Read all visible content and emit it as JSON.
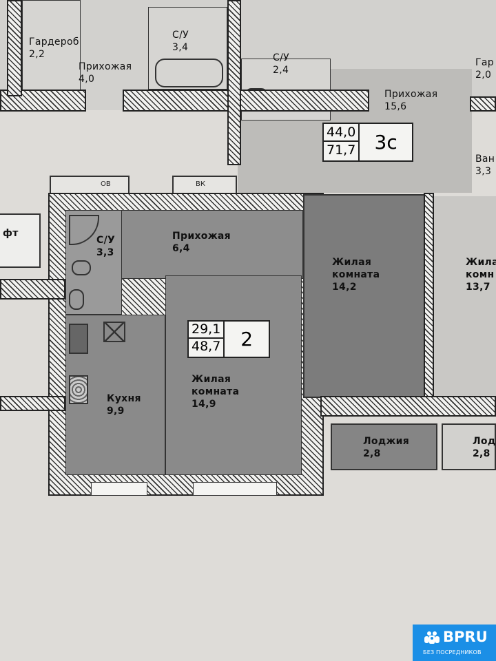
{
  "rooms": {
    "garderob_top": {
      "name": "Гардероб",
      "area": "2,2"
    },
    "hall_top_left": {
      "name": "Прихожая",
      "area": "4,0"
    },
    "wc_top_1": {
      "name": "С/У",
      "area": "3,4"
    },
    "wc_top_2": {
      "name": "С/У",
      "area": "2,4"
    },
    "hall_3c": {
      "name": "Прихожая",
      "area": "15,6"
    },
    "garderob_right": {
      "name": "Гар",
      "area": "2,0"
    },
    "bath_right": {
      "name": "Ван",
      "area": "3,3"
    },
    "hall_2": {
      "name": "Прихожая",
      "area": "6,4"
    },
    "wc_2": {
      "name": "С/У",
      "area": "3,3"
    },
    "kitchen_2": {
      "name": "Кухня",
      "area": "9,9"
    },
    "living_2": {
      "name": "Жилая комната",
      "area": "14,9"
    },
    "living_14_2": {
      "name": "Жилая комната",
      "area": "14,2"
    },
    "living_right": {
      "name": "Жила комн",
      "area": "13,7"
    },
    "loggia_1": {
      "name": "Лоджия",
      "area": "2,8"
    },
    "loggia_2": {
      "name": "Лодж",
      "area": "2,8"
    },
    "lift": {
      "name": "фт"
    }
  },
  "shafts": {
    "ov": "ОВ",
    "vk": "ВК"
  },
  "apartments": {
    "apt_3c": {
      "living_area": "44,0",
      "total_area": "71,7",
      "type": "3с"
    },
    "apt_2": {
      "living_area": "29,1",
      "total_area": "48,7",
      "type": "2"
    }
  },
  "logo": {
    "brand": "BPRU",
    "tagline": "БЕЗ ПОСРЕДНИКОВ"
  },
  "colors": {
    "logo_bg": "#1b8fe6",
    "apartment_fill": "#8c8c8c",
    "wall_hatch": "#333333"
  }
}
